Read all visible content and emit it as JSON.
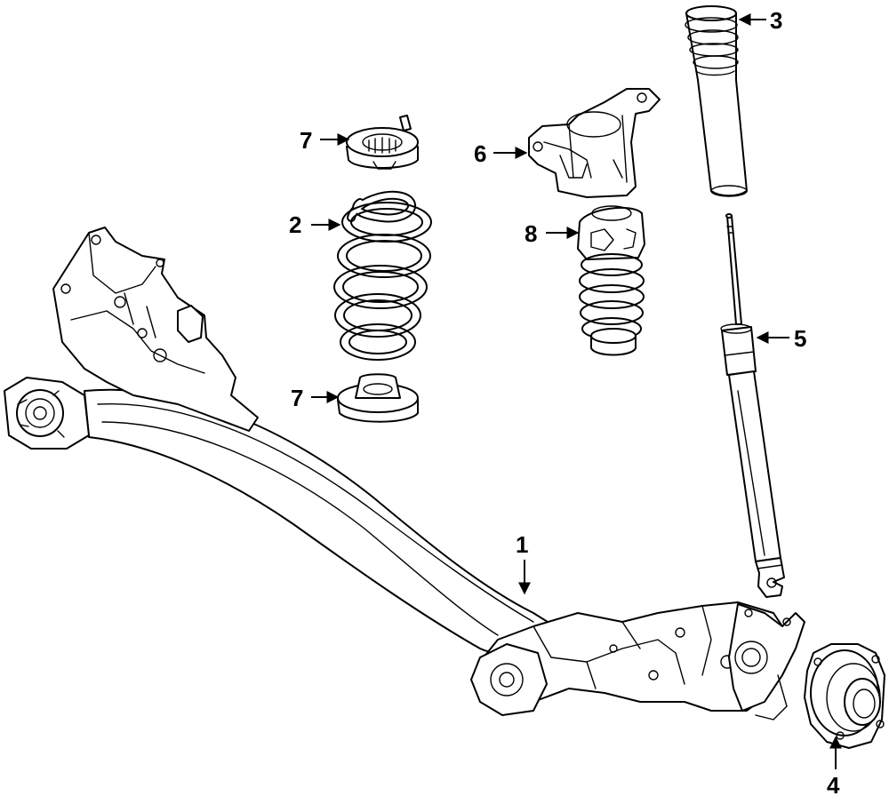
{
  "colors": {
    "line": "#000000",
    "background": "#ffffff"
  },
  "callouts": [
    {
      "id": "axle",
      "number": "1"
    },
    {
      "id": "coil-spring",
      "number": "2"
    },
    {
      "id": "dust-boot",
      "number": "3"
    },
    {
      "id": "hub-bearing",
      "number": "4"
    },
    {
      "id": "shock-absorber",
      "number": "5"
    },
    {
      "id": "upper-mount",
      "number": "6"
    },
    {
      "id": "upper-insulator",
      "number": "7"
    },
    {
      "id": "lower-insulator",
      "number": "7"
    },
    {
      "id": "bump-stop",
      "number": "8"
    }
  ]
}
